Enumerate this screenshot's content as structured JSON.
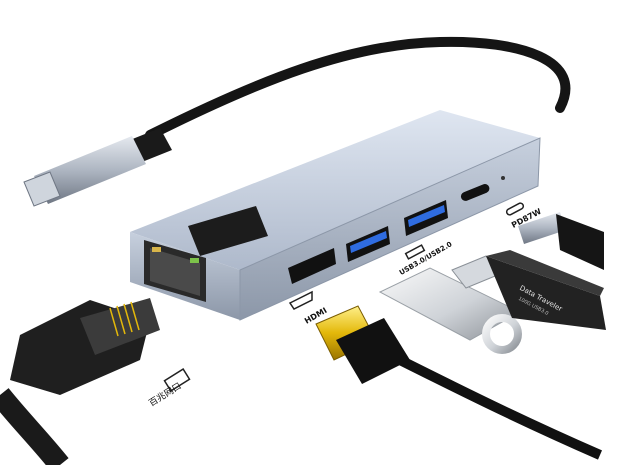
{
  "labels": {
    "pd": "PD87W",
    "usb": "USB3.0/USB2.0",
    "hdmi": "HDMI",
    "lan": "百兆网口"
  },
  "flash_drive": {
    "brand": "Data Traveler",
    "capacity": "100G",
    "interface": "USB3.0"
  },
  "colors": {
    "hub_body": "#b9c4d6",
    "hub_edge": "#8c97a8",
    "cable": "#151515",
    "connector_metal": "#a7b1bf",
    "hdmi_gold": "#e3b80a",
    "usb_port_blue": "#2f6ce0",
    "drive_black": "#222222"
  },
  "icons": [
    "hdmi-icon",
    "usb-icon",
    "usb-c-icon",
    "ethernet-icon"
  ]
}
